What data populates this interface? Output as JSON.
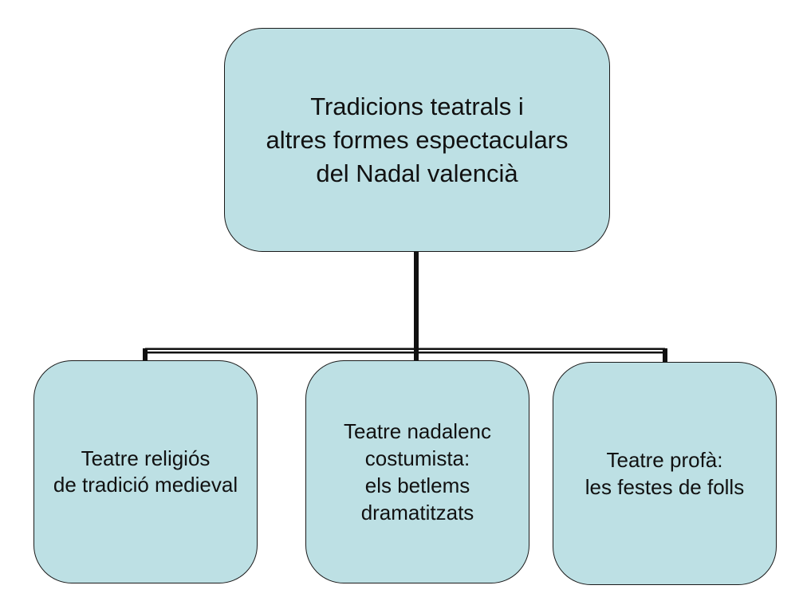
{
  "diagram": {
    "colors": {
      "node_fill": "#bde0e4",
      "node_border": "#1a1a1a",
      "connector": "#111111"
    },
    "root": {
      "lines": [
        "Tradicions teatrals i",
        "altres formes espectaculars",
        "del Nadal valencià"
      ]
    },
    "children": [
      {
        "lines": [
          "Teatre religiós",
          "de tradició medieval"
        ]
      },
      {
        "lines": [
          "Teatre nadalenc",
          "costumista:",
          "els betlems",
          "dramatitzats"
        ]
      },
      {
        "lines": [
          "Teatre profà:",
          "les festes de folls"
        ]
      }
    ]
  }
}
